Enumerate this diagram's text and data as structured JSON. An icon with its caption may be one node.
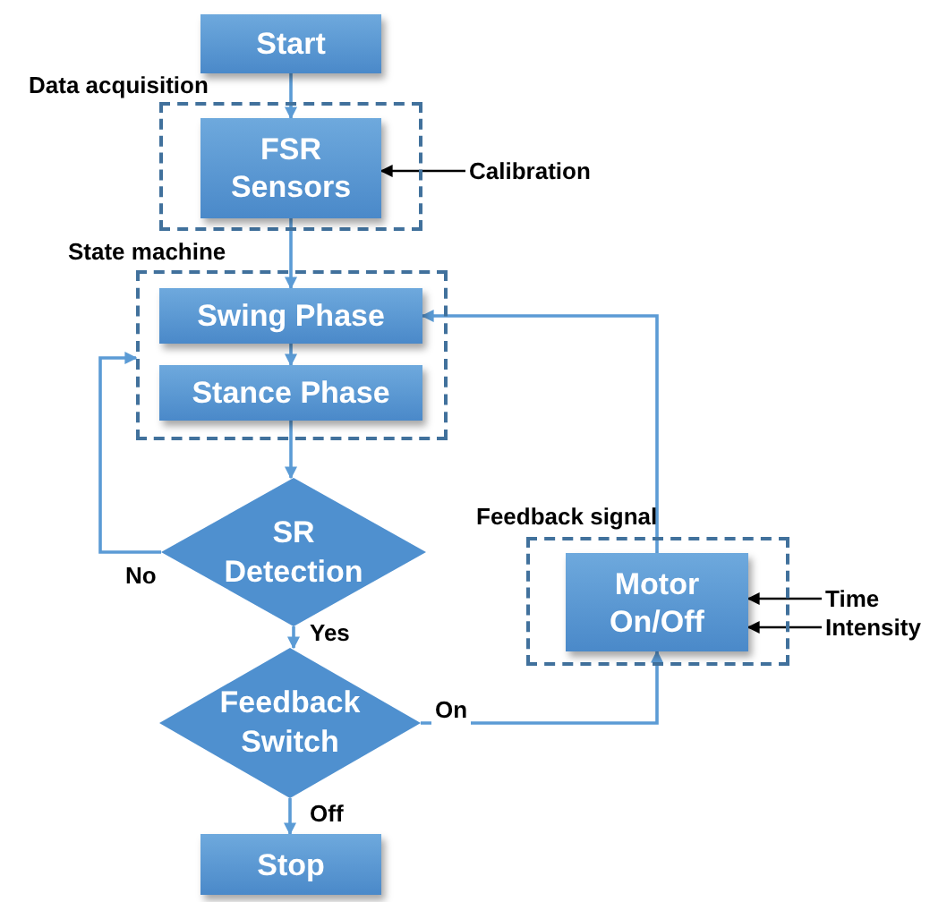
{
  "diagram": {
    "nodes": [
      {
        "text": [
          "Start"
        ]
      },
      {
        "text": [
          "Data acquisition"
        ]
      },
      {
        "text": [
          "FSR Sensors"
        ],
        "in": 1
      },
      {
        "text": [
          "Calibration"
        ]
      },
      {
        "text": [
          "State machine"
        ]
      },
      {
        "text": [
          "Swing Phase"
        ],
        "in": 4
      },
      {
        "text": [
          "Stance Phase"
        ],
        "in": 4
      },
      {
        "text": [
          "SR Detection"
        ]
      },
      {
        "text": [
          "Feedback Switch"
        ]
      },
      {
        "text": [
          "Stop"
        ]
      },
      {
        "text": [
          "Feedback signal"
        ]
      },
      {
        "text": [
          "Motor On/Off"
        ],
        "in": 10
      },
      {
        "text": [
          "Time"
        ]
      },
      {
        "text": [
          "Intensity"
        ]
      }
    ],
    "edges": [
      {
        "from": 0,
        "to": 2,
        "arrow": "to"
      },
      {
        "from": 2,
        "to": 5,
        "arrow": "to"
      },
      {
        "from": 5,
        "to": 6,
        "arrow": "to"
      },
      {
        "from": 6,
        "to": 7,
        "arrow": "to"
      },
      {
        "from": 7,
        "to": 4,
        "arrow": "to",
        "label": "No"
      },
      {
        "from": 7,
        "to": 8,
        "arrow": "to",
        "label": "Yes"
      },
      {
        "from": 8,
        "to": 11,
        "arrow": "to",
        "label": "On"
      },
      {
        "from": 8,
        "to": 9,
        "arrow": "to",
        "label": "Off"
      },
      {
        "from": 11,
        "to": 5,
        "arrow": "to"
      },
      {
        "from": 3,
        "to": 2,
        "arrow": "to",
        "color": "#000000"
      },
      {
        "from": 12,
        "to": 11,
        "arrow": "to",
        "color": "#000000"
      },
      {
        "from": 13,
        "to": 11,
        "arrow": "to",
        "color": "#000000"
      }
    ]
  }
}
